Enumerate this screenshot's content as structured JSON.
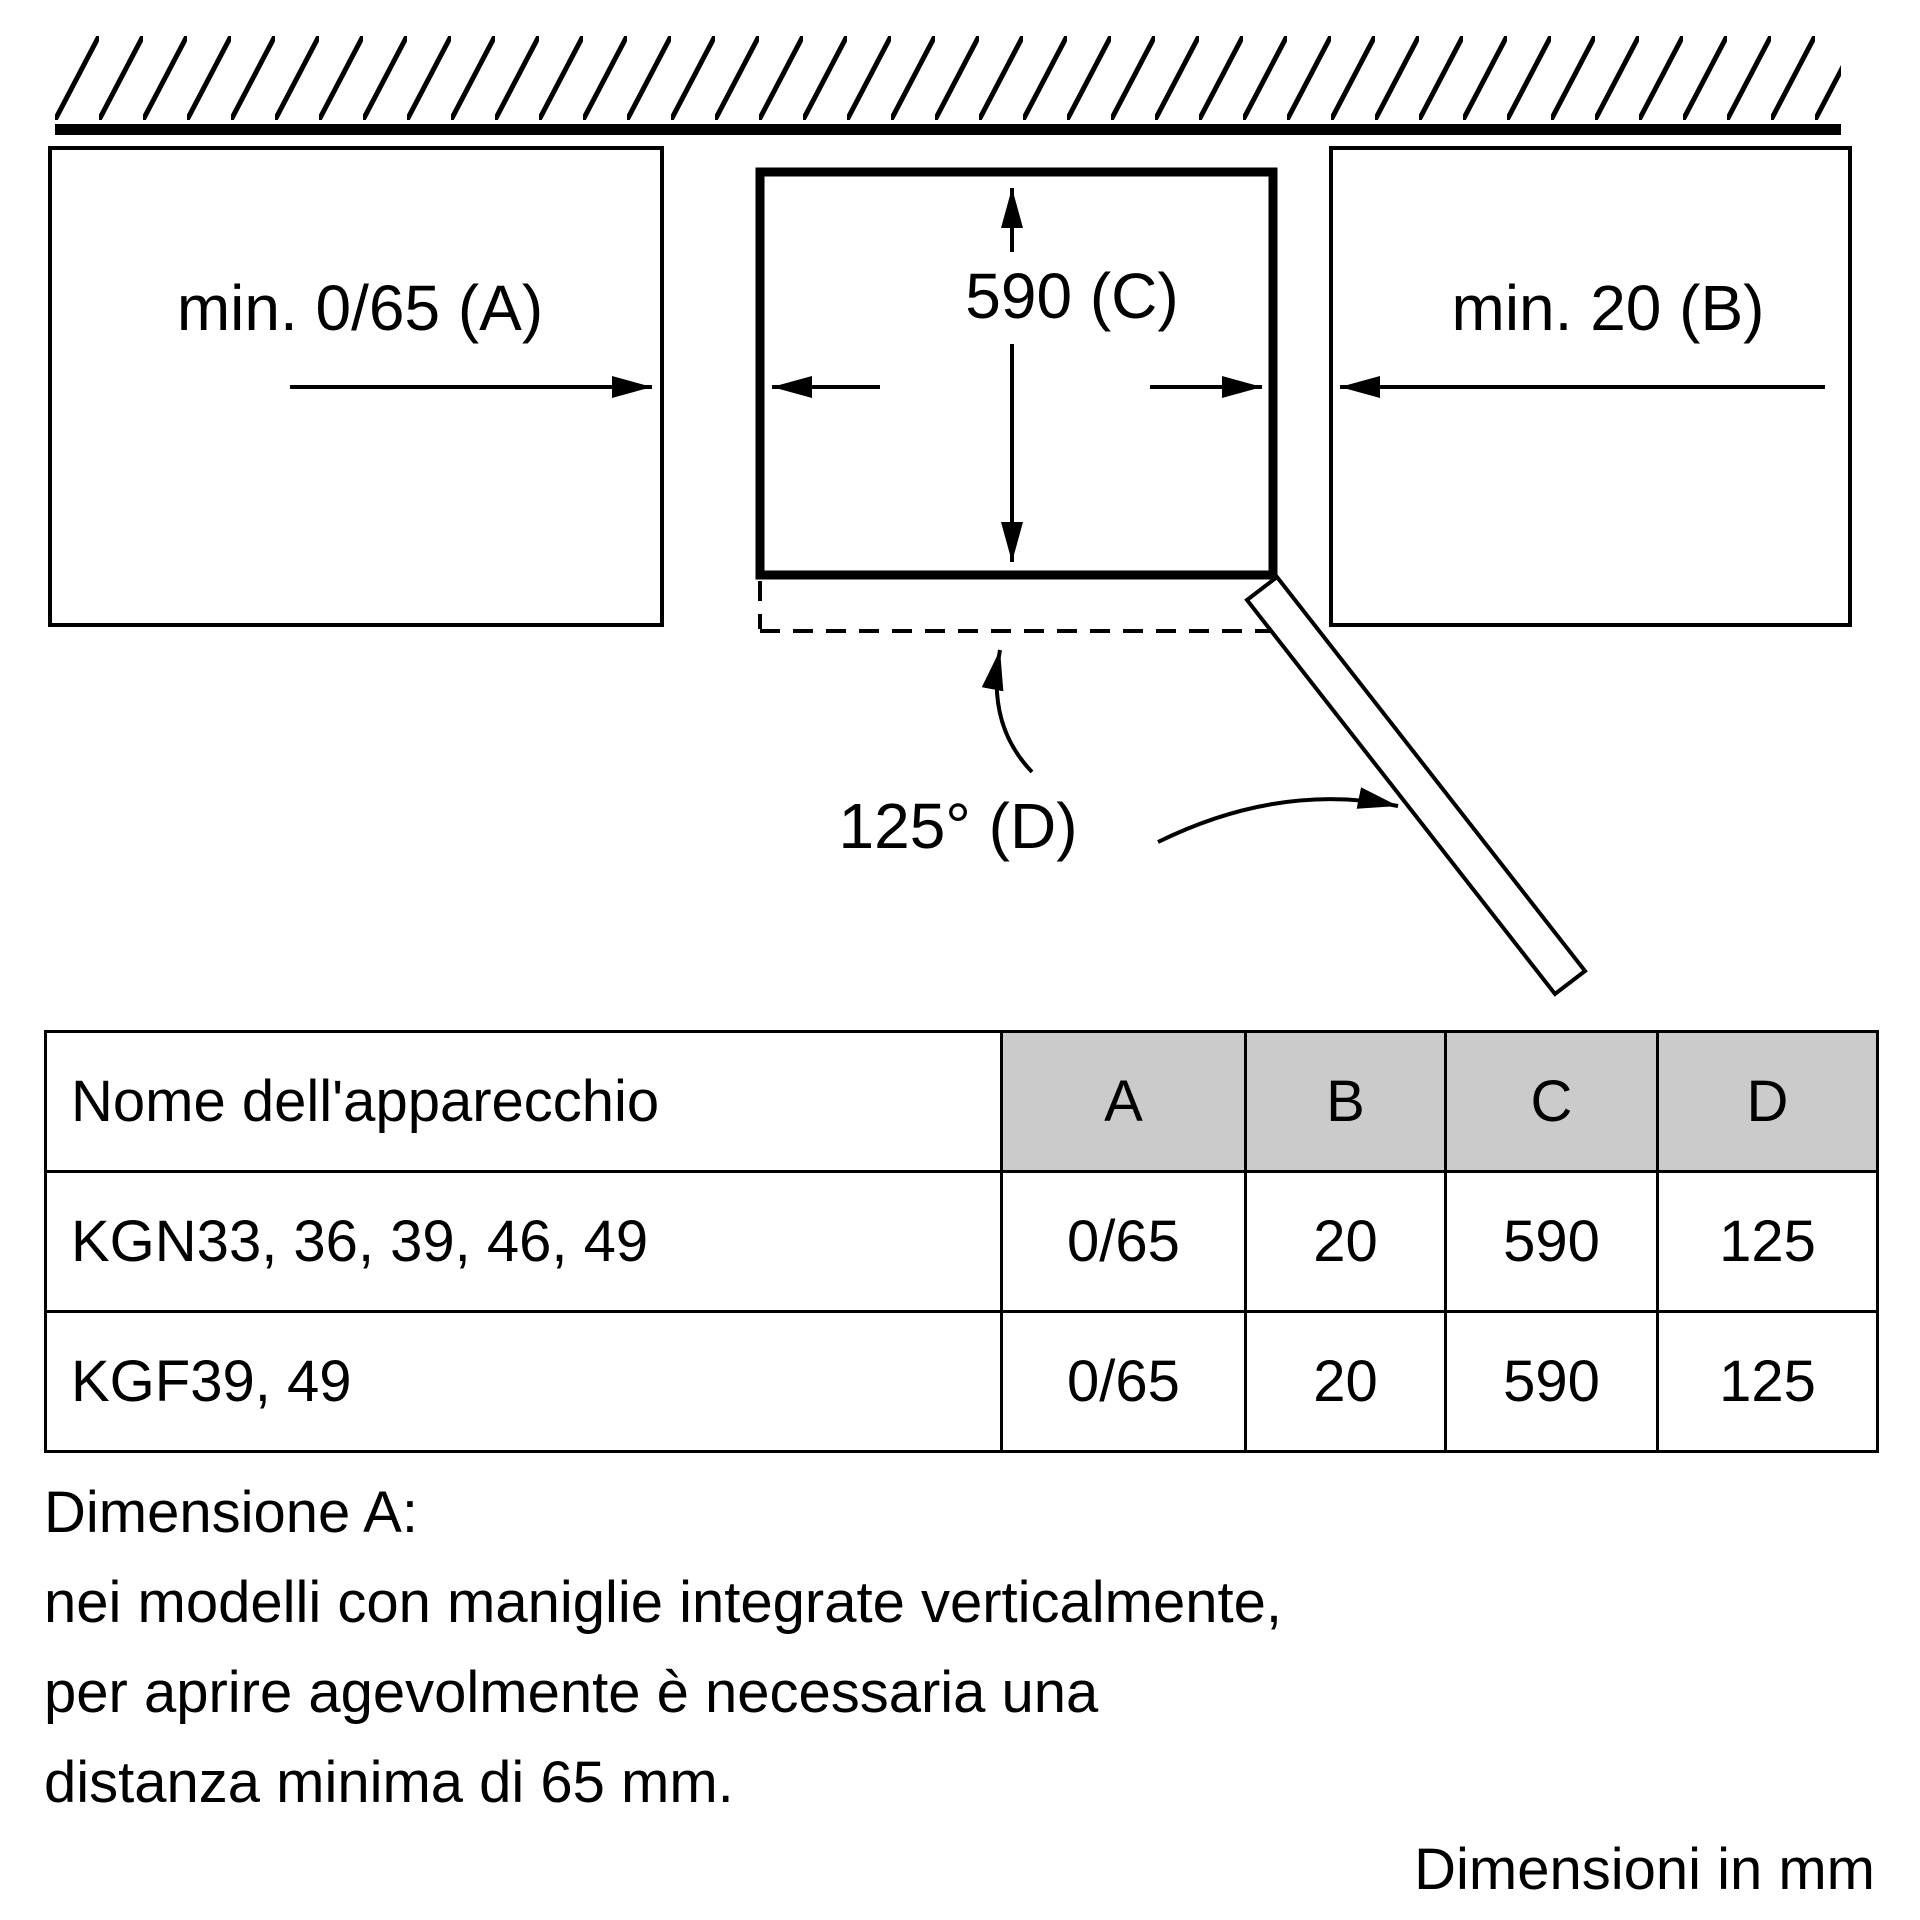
{
  "diagram": {
    "label_a": "min. 0/65 (A)",
    "label_b": "min. 20 (B)",
    "label_c": "590 (C)",
    "label_d": "125° (D)"
  },
  "table": {
    "header": {
      "name": "Nome dell'apparecchio",
      "col_a": "A",
      "col_b": "B",
      "col_c": "C",
      "col_d": "D"
    },
    "rows": [
      {
        "name": "KGN33, 36, 39, 46, 49",
        "a": "0/65",
        "b": "20",
        "c": "590",
        "d": "125"
      },
      {
        "name": "KGF39, 49",
        "a": "0/65",
        "b": "20",
        "c": "590",
        "d": "125"
      }
    ]
  },
  "notes": {
    "lines": [
      "Dimensione A:",
      "nei modelli con maniglie integrate verticalmente,",
      "per aprire agevolmente è necessaria una",
      "distanza minima di 65 mm."
    ]
  },
  "footer": {
    "units": "Dimensioni in mm"
  },
  "colors": {
    "header_bg": "#cbcbcb",
    "line": "#000000"
  }
}
